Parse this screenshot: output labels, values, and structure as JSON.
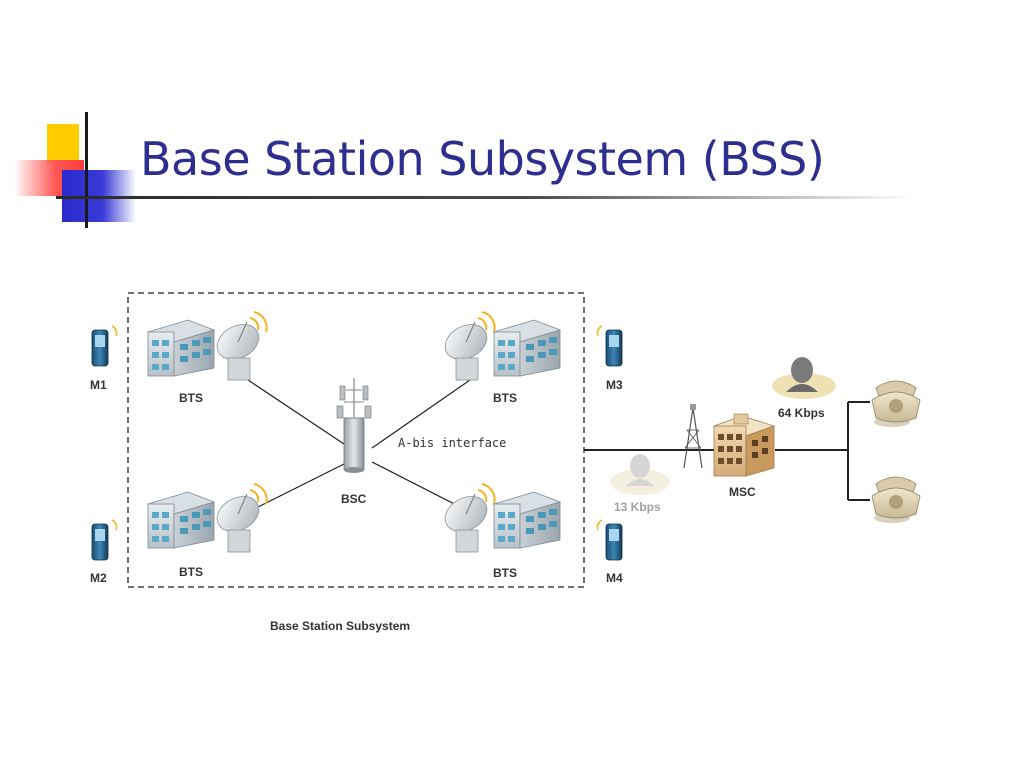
{
  "slide": {
    "title": "Base Station Subsystem (BSS)"
  },
  "diagram": {
    "caption": "Base Station Subsystem",
    "interface_label": "A-bis interface",
    "mobiles": [
      "M1",
      "M2",
      "M3",
      "M4"
    ],
    "bts_labels": [
      "BTS",
      "BTS",
      "BTS",
      "BTS"
    ],
    "bsc_label": "BSC",
    "msc_label": "MSC",
    "rate_msc_pstn": "64 Kbps",
    "rate_bss_msc": "13 Kbps"
  },
  "colors": {
    "title": "#2e2e8f",
    "deco_yellow": "#ffcc00",
    "deco_red": "#ff3c3c",
    "deco_blue": "#2a2acc"
  }
}
